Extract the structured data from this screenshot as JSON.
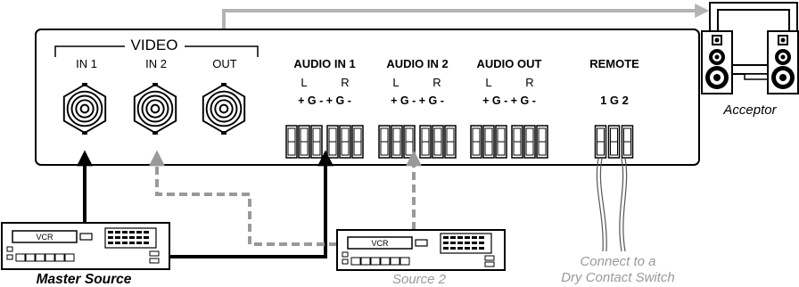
{
  "panel": {
    "video_group": "VIDEO",
    "video_in1": "IN 1",
    "video_in2": "IN 2",
    "video_out": "OUT",
    "audio_in1": "AUDIO IN 1",
    "audio_in2": "AUDIO IN 2",
    "audio_out": "AUDIO OUT",
    "remote": "REMOTE",
    "lr_left": "L",
    "lr_right": "R",
    "pin_row": "+ G - + G -",
    "remote_pins": "1 G 2"
  },
  "devices": {
    "vcr_badge": "VCR",
    "master_caption": "Master Source",
    "source2_caption": "Source 2",
    "acceptor_caption": "Acceptor"
  },
  "notes": {
    "dry_contact_line1": "Connect to a",
    "dry_contact_line2": "Dry Contact Switch"
  },
  "colors": {
    "primary_cable": "#000000",
    "secondary_cable": "#999999",
    "output_cable": "#b3b3b3",
    "panel_border": "#000000"
  }
}
